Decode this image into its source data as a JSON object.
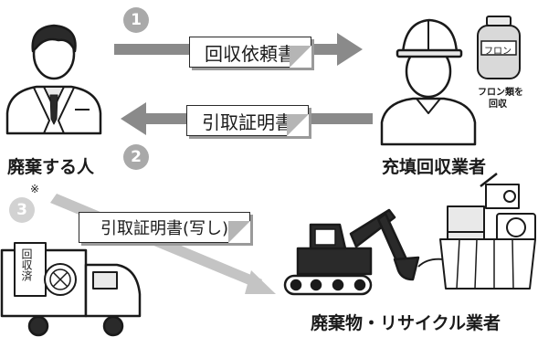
{
  "steps": [
    {
      "number": "1",
      "document": "回収依頼書"
    },
    {
      "number": "2",
      "document": "引取証明書"
    },
    {
      "number": "3",
      "document": "引取証明書(写し)",
      "note_mark": "※"
    }
  ],
  "actors": {
    "discarder": "廃棄する人",
    "collector": "充填回収業者",
    "recycler": "廃棄物・リサイクル業者"
  },
  "cylinder": {
    "label": "フロン",
    "caption_line1": "フロン類を",
    "caption_line2": "回収"
  },
  "truck": {
    "stamp": "回収済"
  },
  "colors": {
    "ink": "#1a1a1a",
    "arrow": "#8a8a8a",
    "arrow_light": "#c4c4c4",
    "badge": "#a9a9a9",
    "badge_light": "#d2d2d2",
    "fill": "#e9e9e9"
  },
  "icons": [
    "person-businessman-icon",
    "worker-helmet-icon",
    "gas-cylinder-icon",
    "truck-icon",
    "excavator-icon",
    "scrap-appliances-icon"
  ]
}
